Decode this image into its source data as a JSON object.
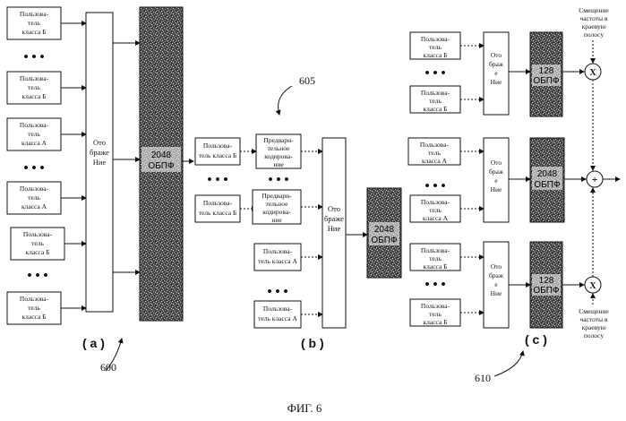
{
  "figure": {
    "caption": "ФИГ. 6"
  },
  "blocks": {
    "user_b": [
      "Пользова-",
      "тель",
      "класса Б"
    ],
    "user_a": [
      "Пользова-",
      "тель",
      "класса А"
    ],
    "user_b_2line": [
      "Пользова-",
      "тель класса Б"
    ],
    "user_a_2line": [
      "Пользова-",
      "тель класса А"
    ],
    "user_b_short": [
      "Пользова-",
      "тель",
      "класса Б"
    ],
    "precode_1": [
      "Предвари-",
      "тельное",
      "кодирова-",
      "ние"
    ],
    "precode_2": [
      "Предвари-",
      "тельное",
      "кодирова-",
      "ние"
    ],
    "mapping": [
      "Ото",
      "браже",
      "Ние"
    ],
    "mapping_c": [
      "Ото",
      "браж",
      "е",
      "Ние"
    ],
    "ifft_2048": [
      "2048",
      "ОБПФ"
    ],
    "ifft_128": [
      "128",
      "ОБПФ"
    ],
    "ellipsis": "• • •",
    "ellipsis_small": "• • •"
  },
  "labels": {
    "a": "( a )",
    "b": "( b )",
    "c": "( c )",
    "ref_600": "600",
    "ref_605": "605",
    "ref_610": "610",
    "shift_top": [
      "Смещение",
      "частоты в",
      "краевую",
      "полосу"
    ],
    "shift_bottom": [
      "Смещение",
      "частоты в",
      "краевую",
      "полосу"
    ],
    "mult": "X",
    "sum": "+"
  }
}
